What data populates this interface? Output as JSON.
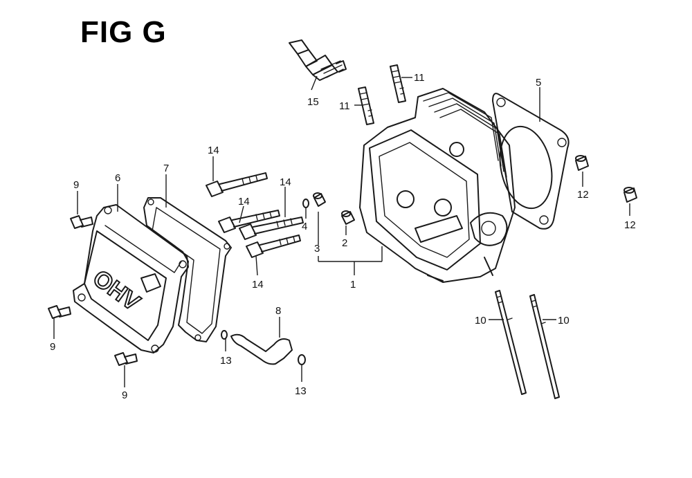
{
  "figure": {
    "title": "FIG G",
    "cover_marking": "OHV"
  },
  "callouts": {
    "n1": "1",
    "n2": "2",
    "n3": "3",
    "n4": "4",
    "n5": "5",
    "n6": "6",
    "n7": "7",
    "n8": "8",
    "n9": "9",
    "n10": "10",
    "n11": "11",
    "n12": "12",
    "n13": "13",
    "n14": "14",
    "n15": "15"
  },
  "colors": {
    "ink": "#1a1a1a",
    "paper": "#ffffff"
  }
}
